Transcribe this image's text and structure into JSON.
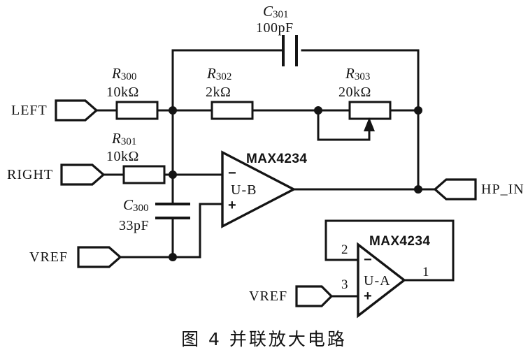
{
  "figure": {
    "caption": "图 4  并联放大电路",
    "background_color": "#ffffff",
    "ink_color": "#141414"
  },
  "terminals": [
    {
      "name": "left-input",
      "label": "LEFT"
    },
    {
      "name": "right-input",
      "label": "RIGHT"
    },
    {
      "name": "vref-input-ub",
      "label": "VREF"
    },
    {
      "name": "vref-input-ua",
      "label": "VREF"
    },
    {
      "name": "hp-in-output",
      "label": "HP_IN"
    }
  ],
  "components": {
    "r300": {
      "ref": "R",
      "sub": "300",
      "value": "10kΩ",
      "type": "resistor"
    },
    "r301": {
      "ref": "R",
      "sub": "301",
      "value": "10kΩ",
      "type": "resistor"
    },
    "r302": {
      "ref": "R",
      "sub": "302",
      "value": "2kΩ",
      "type": "resistor"
    },
    "r303": {
      "ref": "R",
      "sub": "303",
      "value": "20kΩ",
      "type": "potentiometer"
    },
    "c300": {
      "ref": "C",
      "sub": "300",
      "value": "33pF",
      "type": "capacitor"
    },
    "c301": {
      "ref": "C",
      "sub": "301",
      "value": "100pF",
      "type": "capacitor"
    }
  },
  "opamps": {
    "ub": {
      "part": "MAX4234",
      "designator": "U-B",
      "inverting_sign": "−",
      "noninverting_sign": "+"
    },
    "ua": {
      "part": "MAX4234",
      "designator": "U-A",
      "inverting_sign": "−",
      "noninverting_sign": "+",
      "pin_inverting": "2",
      "pin_noninverting": "3",
      "pin_output": "1"
    }
  }
}
